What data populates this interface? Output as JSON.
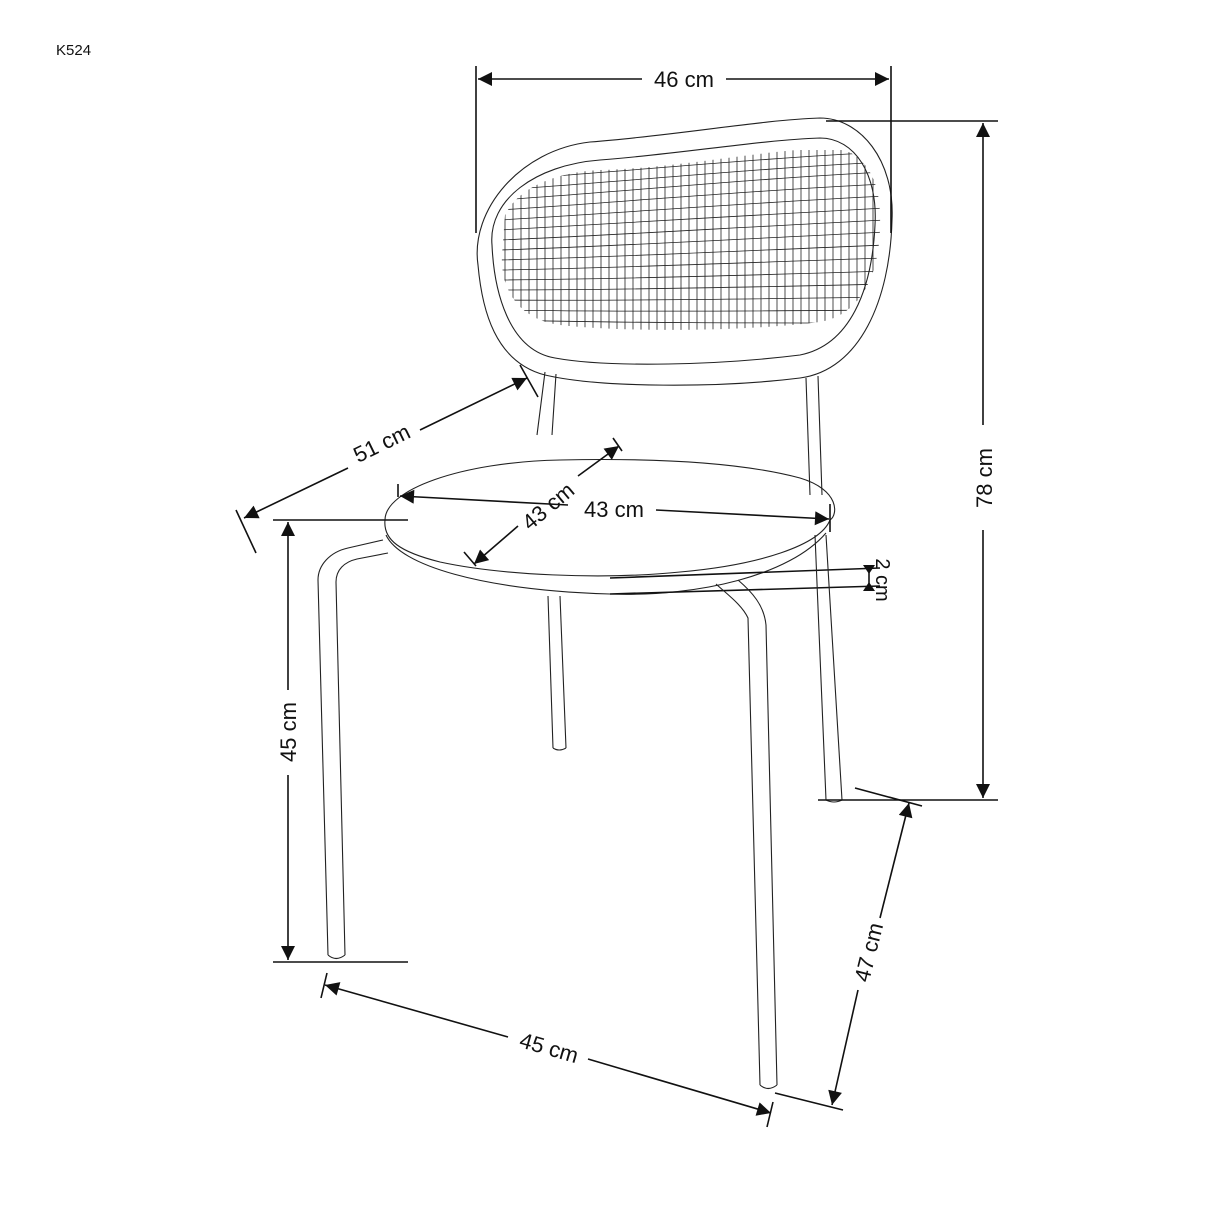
{
  "product": {
    "code": "K524"
  },
  "dimensions": {
    "backrest_width": "46 cm",
    "total_height": "78 cm",
    "overall_depth": "51 cm",
    "seat_depth": "43 cm",
    "seat_width": "43 cm",
    "seat_thickness": "2 cm",
    "seat_height": "45 cm",
    "base_width": "45 cm",
    "base_depth": "47 cm"
  },
  "colors": {
    "line": "#111111",
    "background": "#ffffff"
  }
}
